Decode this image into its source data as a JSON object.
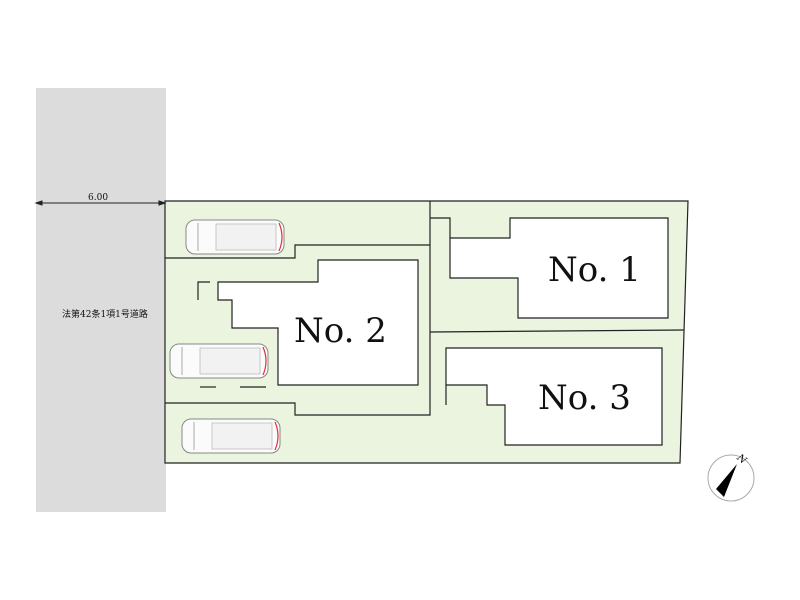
{
  "road": {
    "width_label": "6.00",
    "name": "法第42条1項1号道路"
  },
  "houses": [
    {
      "label": "No. 1"
    },
    {
      "label": "No. 2"
    },
    {
      "label": "No. 3"
    }
  ],
  "compass": {
    "north_label": "N"
  },
  "colors": {
    "lot": "#eaf4df",
    "road": "#dcdcdc",
    "line": "#222222"
  }
}
